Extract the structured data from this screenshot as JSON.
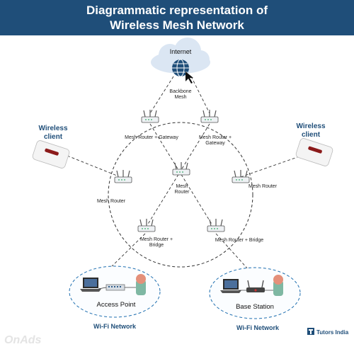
{
  "title": {
    "line1": "Diagrammatic representation of",
    "line2": "Wireless Mesh Network"
  },
  "internet": {
    "label": "Internet",
    "icon": "globe-cursor-icon"
  },
  "backbone_label": "Backbone\nMesh",
  "routers": {
    "gateway_left": "Mesh Router + Gateway",
    "gateway_right": "Mesh Router +\nGateway",
    "center": "Mesh\nRouter",
    "left": "Mesh Router",
    "right": "Mesh Router",
    "bridge_left": "Mesh Router +\nBridge",
    "bridge_right": "Mesh Router + Bridge"
  },
  "clients": {
    "left": "Wireless\nclient",
    "right": "Wireless\nclient"
  },
  "networks": {
    "left_box": "Access Point",
    "right_box": "Base Station",
    "left_label": "Wi-Fi Network",
    "right_label": "Wi-Fi Network"
  },
  "branding": {
    "logo_text": "Tutors India",
    "watermark": "OnAds"
  },
  "colors": {
    "banner": "#1f4e79",
    "accent": "#1f4e79",
    "router": "#6b7b8c"
  }
}
